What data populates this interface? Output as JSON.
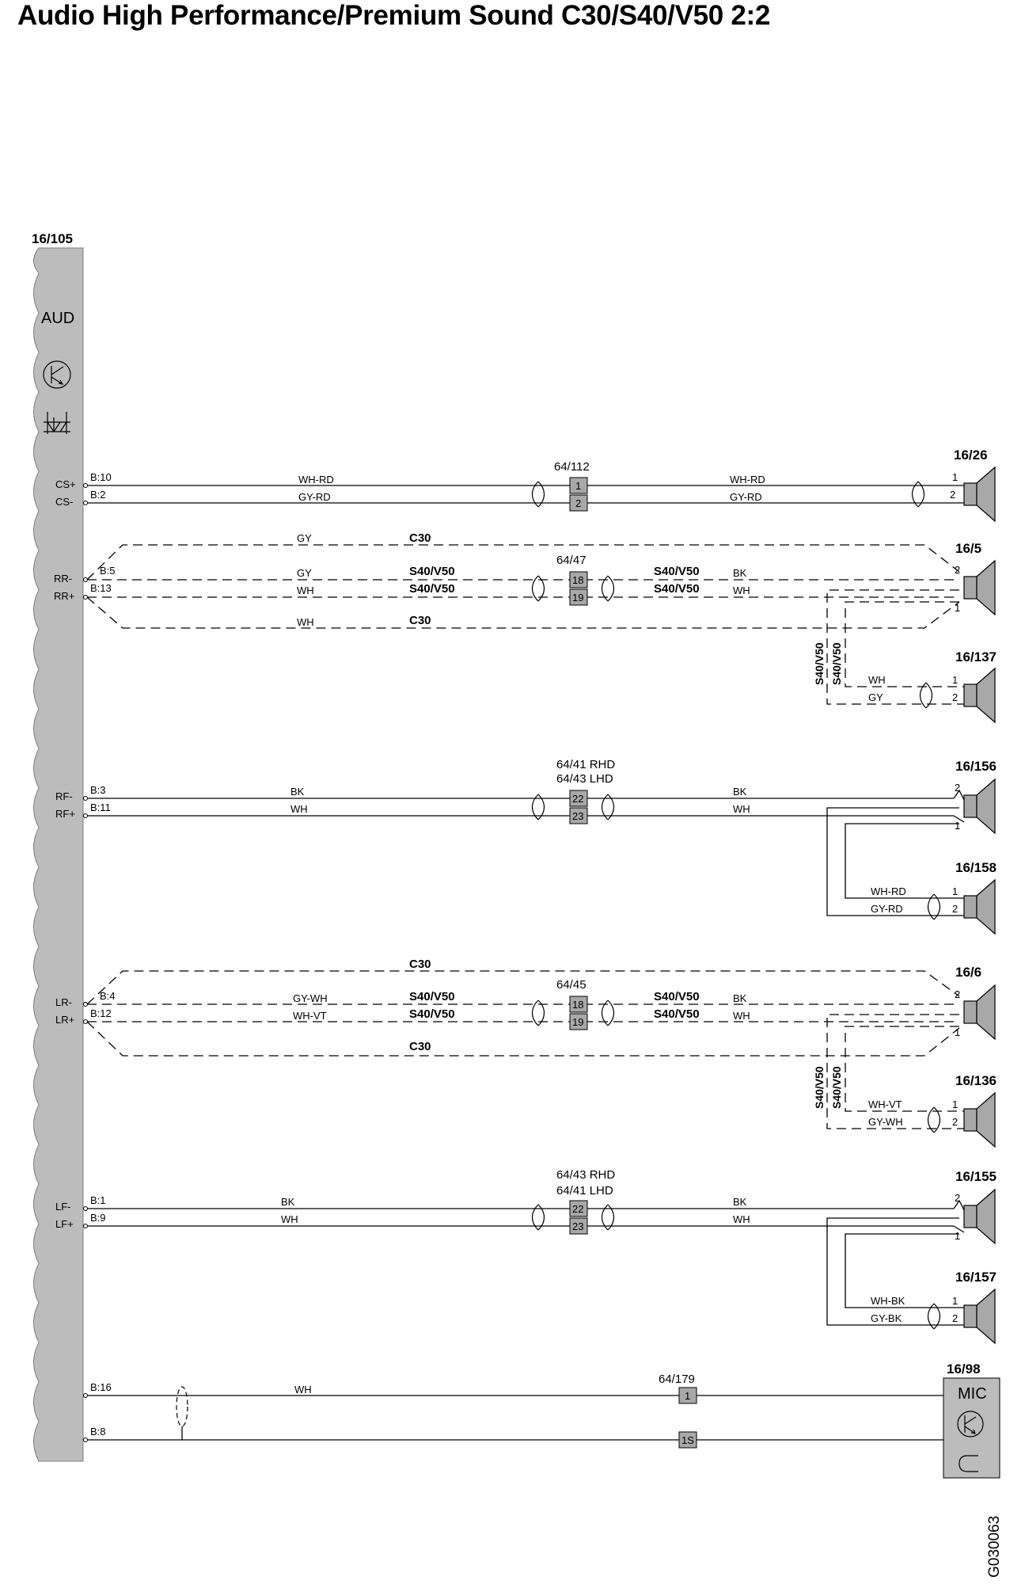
{
  "title": "Audio High Performance/Premium Sound C30/S40/V50 2:2",
  "module": {
    "ref": "16/105",
    "label": "AUD"
  },
  "pins": {
    "cs_plus": "CS+",
    "cs_minus": "CS-",
    "rr_minus": "RR-",
    "rr_plus": "RR+",
    "rf_minus": "RF-",
    "rf_plus": "RF+",
    "lr_minus": "LR-",
    "lr_plus": "LR+",
    "lf_minus": "LF-",
    "lf_plus": "LF+"
  },
  "terminals": {
    "b10": "B:10",
    "b2": "B:2",
    "b5": "B:5",
    "b13": "B:13",
    "b3": "B:3",
    "b11": "B:11",
    "b4": "B:4",
    "b12": "B:12",
    "b1": "B:1",
    "b9": "B:9",
    "b16": "B:16",
    "b8": "B:8"
  },
  "wire_colors": {
    "wh_rd": "WH-RD",
    "gy_rd": "GY-RD",
    "gy": "GY",
    "wh": "WH",
    "bk": "BK",
    "gy_wh": "GY-WH",
    "wh_vt": "WH-VT",
    "wh_bk": "WH-BK",
    "gy_bk": "GY-BK"
  },
  "variants": {
    "c30": "C30",
    "s40v50": "S40/V50"
  },
  "connectors": {
    "c64_112": "64/112",
    "c64_47": "64/47",
    "c64_41_rhd": "64/41 RHD",
    "c64_43_lhd": "64/43 LHD",
    "c64_45": "64/45",
    "c64_43_rhd": "64/43 RHD",
    "c64_41_lhd": "64/41 LHD",
    "c64_179": "64/179"
  },
  "connector_pins": {
    "p1": "1",
    "p2": "2",
    "p18": "18",
    "p19": "19",
    "p22": "22",
    "p23": "23",
    "p1s": "1S"
  },
  "speakers": {
    "s16_26": "16/26",
    "s16_5": "16/5",
    "s16_137": "16/137",
    "s16_156": "16/156",
    "s16_158": "16/158",
    "s16_6": "16/6",
    "s16_136": "16/136",
    "s16_155": "16/155",
    "s16_157": "16/157"
  },
  "mic": {
    "ref": "16/98",
    "label": "MIC"
  },
  "figure_id": "G030063"
}
